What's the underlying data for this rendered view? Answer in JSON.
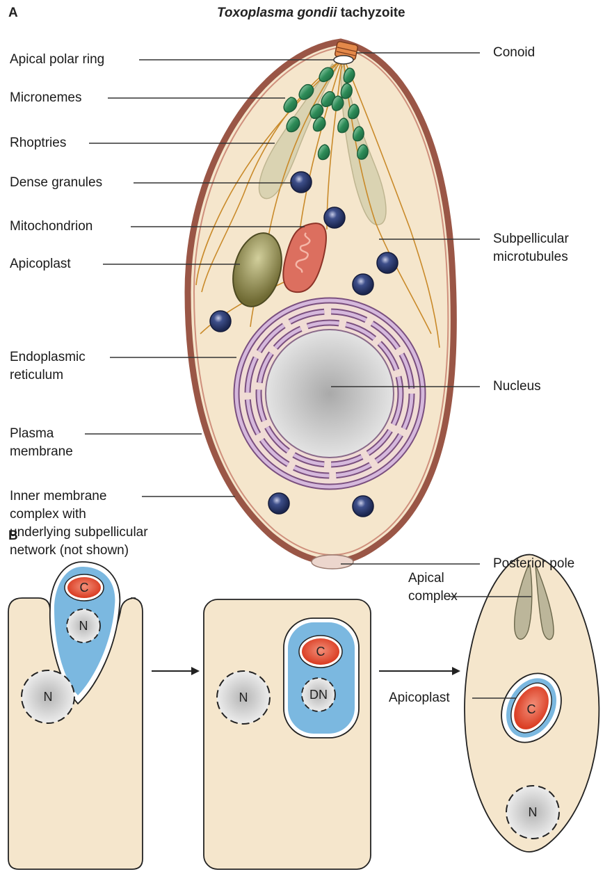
{
  "panel_a": {
    "letter": "A",
    "title_species": "Toxoplasma gondii",
    "title_rest": " tachyzoite",
    "labels": {
      "apical_polar_ring": "Apical polar ring",
      "micronemes": "Micronemes",
      "rhoptries": "Rhoptries",
      "dense_granules": "Dense granules",
      "mitochondrion": "Mitochondrion",
      "apicoplast": "Apicoplast",
      "er_line1": "Endoplasmic",
      "er_line2": "reticulum",
      "pm_line1": "Plasma",
      "pm_line2": "membrane",
      "imc_line1": "Inner membrane",
      "imc_line2": "complex with",
      "imc_line3": "underlying subpellicular",
      "imc_line4": "network (not shown)",
      "conoid": "Conoid",
      "subpel_line1": "Subpellicular",
      "subpel_line2": "microtubules",
      "nucleus": "Nucleus",
      "posterior_pole": "Posterior pole"
    }
  },
  "panel_b": {
    "letter": "B",
    "node_c": "C",
    "node_n": "N",
    "node_dn": "DN",
    "apical_line1": "Apical",
    "apical_line2": "complex",
    "apicoplast": "Apicoplast"
  },
  "colors": {
    "cytoplasm": "#f5e6cc",
    "pellicle": "#9e5a4a",
    "microneme": "#2e8a5a",
    "dense_granule": "#2f3d6e",
    "mitochondrion": "#d8695a",
    "apicoplast_a": "#8c8650",
    "nucleus": "#c8c8c8",
    "er": "#7a4f7f",
    "blue_compartment": "#7bb8e0",
    "red_compartment": "#e04a30"
  }
}
